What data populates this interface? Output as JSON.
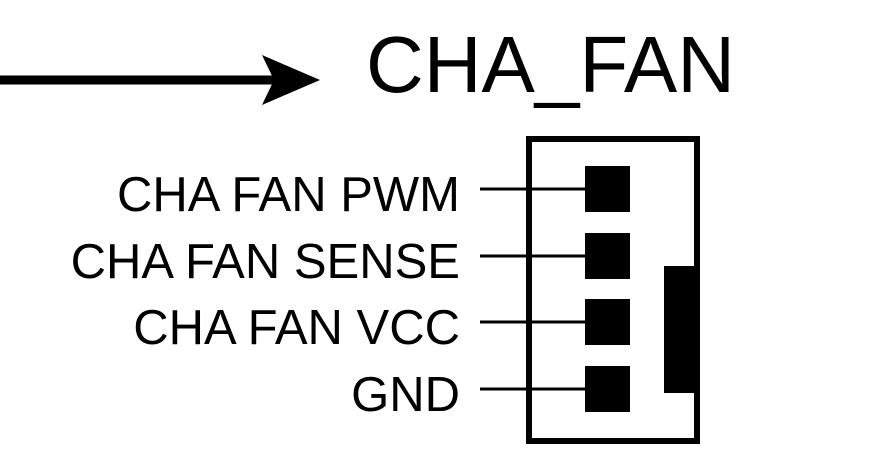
{
  "header": {
    "title": "CHA_FAN"
  },
  "connector": {
    "pins": [
      {
        "label": "CHA FAN PWM"
      },
      {
        "label": "CHA FAN SENSE"
      },
      {
        "label": "CHA FAN VCC"
      },
      {
        "label": "GND"
      }
    ]
  },
  "colors": {
    "ink": "#000000",
    "background": "#ffffff"
  }
}
